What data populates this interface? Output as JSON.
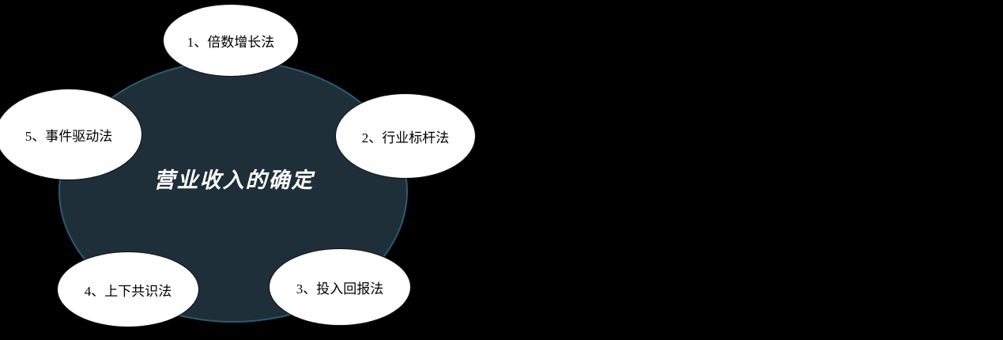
{
  "diagram": {
    "title": "营业收入的确定",
    "nodes": [
      {
        "label": "1、倍数增长法"
      },
      {
        "label": "2、行业标杆法"
      },
      {
        "label": "3、投入回报法"
      },
      {
        "label": "4、上下共识法"
      },
      {
        "label": "5、事件驱动法"
      }
    ],
    "colors": {
      "background": "#000000",
      "circle_fill": "#1e2f39",
      "circle_stroke": "#2a5d72",
      "node_fill": "#ffffff",
      "node_stroke": "#111111",
      "title_color": "#ffffff",
      "node_text": "#000000"
    }
  }
}
